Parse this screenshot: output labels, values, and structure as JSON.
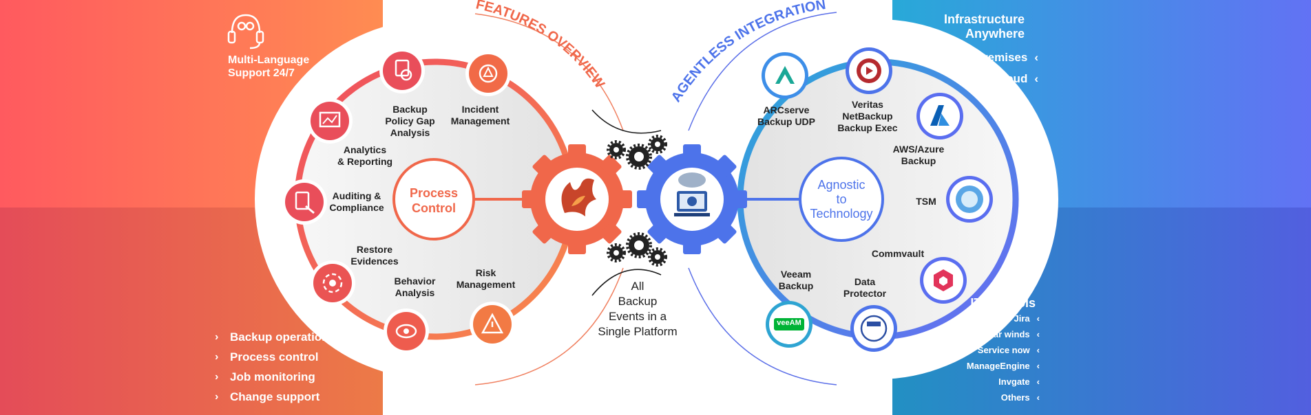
{
  "left_panel": {
    "support_label": "Multi-Language\nSupport 24/7",
    "bullets": [
      "Backup operation",
      "Process control",
      "Job monitoring",
      "Change support"
    ]
  },
  "arcs": {
    "features_overview": "FEATURES OVERVIEW",
    "agentless_integration": "AGENTLESS INTEGRATION"
  },
  "features": {
    "center": "Process\nControl",
    "items": [
      {
        "label": "Backup\nPolicy Gap\nAnalysis",
        "icon": "policy-gap-icon"
      },
      {
        "label": "Incident\nManagement",
        "icon": "incident-icon"
      },
      {
        "label": "Analytics\n& Reporting",
        "icon": "analytics-icon"
      },
      {
        "label": "Auditing &\nCompliance",
        "icon": "audit-icon"
      },
      {
        "label": "Restore\nEvidences",
        "icon": "restore-icon"
      },
      {
        "label": "Behavior\nAnalysis",
        "icon": "behavior-icon"
      },
      {
        "label": "Risk\nManagement",
        "icon": "risk-icon"
      }
    ]
  },
  "middle_text": "All\nBackup\nEvents in a\nSingle Platform",
  "integrations": {
    "center": "Agnostic\nto\nTechnology",
    "items": [
      {
        "label": "ARCserve\nBackup UDP",
        "icon": "arcserve-icon"
      },
      {
        "label": "Veritas\nNetBackup\nBackup Exec",
        "icon": "veritas-icon"
      },
      {
        "label": "AWS/Azure\nBackup",
        "icon": "azure-icon"
      },
      {
        "label": "TSM",
        "icon": "tsm-icon"
      },
      {
        "label": "Commvault",
        "icon": "commvault-icon"
      },
      {
        "label": "Data\nProtector",
        "icon": "data-protector-icon"
      },
      {
        "label": "Veeam\nBackup",
        "icon": "veeam-icon"
      }
    ],
    "veeam_logo_text": "veeAM"
  },
  "right_panel": {
    "infra_title": "Infrastructure\nAnywhere",
    "infra_items": [
      "On-premises",
      "Cloud"
    ],
    "itsm_title": "ITSM Tools",
    "itsm_items": [
      "Jira",
      "Solar winds",
      "Service now",
      "ManageEngine",
      "Invgate",
      "Others"
    ]
  },
  "colors": {
    "orange": "#f0674a",
    "red": "#e8465b",
    "blue": "#4d73ea",
    "teal": "#2aa6d6"
  }
}
